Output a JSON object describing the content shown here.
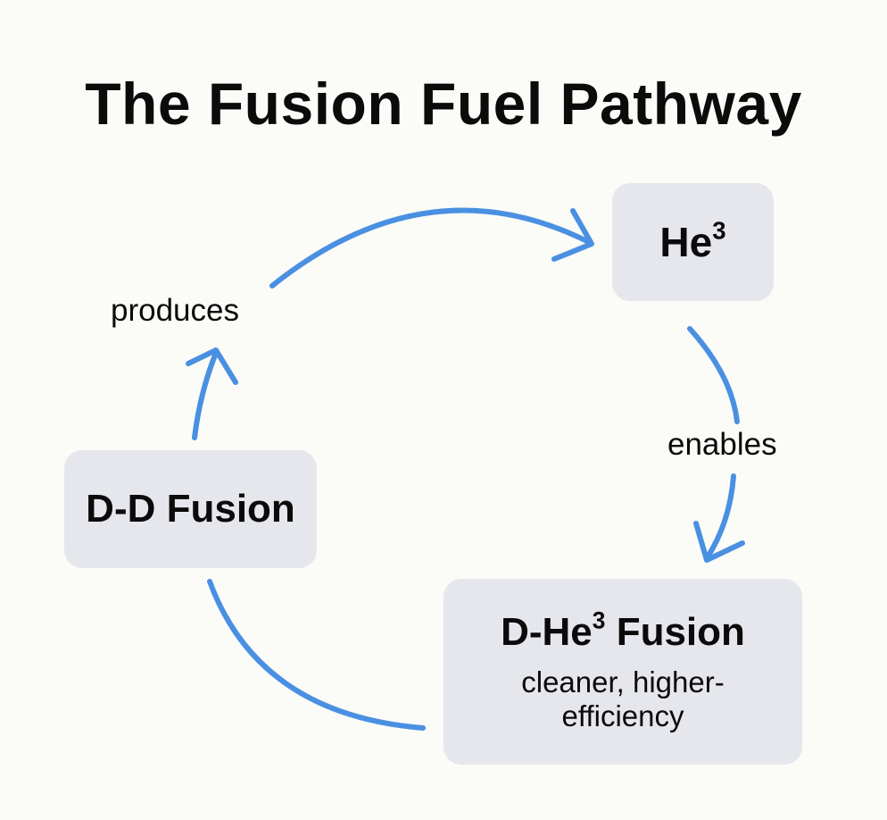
{
  "title": "The Fusion Fuel Pathway",
  "nodes": {
    "he3": {
      "base": "He",
      "sup": "3"
    },
    "dd": {
      "label": "D-D Fusion"
    },
    "dhe3": {
      "prefix": "D-He",
      "sup": "3",
      "suffix": " Fusion",
      "subtitle": "cleaner, higher-efficiency"
    }
  },
  "edges": {
    "produces": "produces",
    "enables": "enables"
  },
  "colors": {
    "arrow": "#4a90e2",
    "node_bg": "#e6e7ec",
    "background": "#fbfbf8",
    "text": "#0b0b0b"
  }
}
